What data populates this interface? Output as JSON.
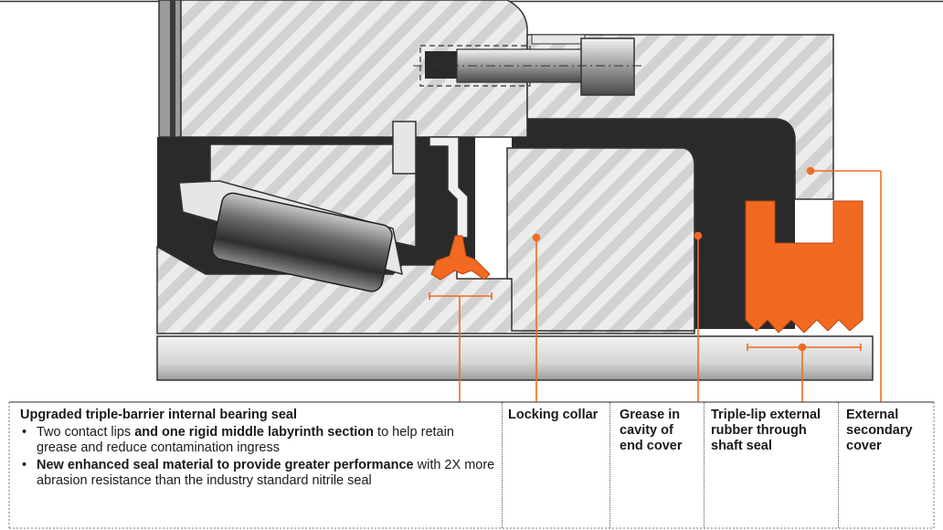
{
  "colors": {
    "seal_orange": "#f26a22",
    "dark_gray": "#2a2a2a",
    "hatch_gray": "#d9d9d9",
    "leader_orange": "#f26a22"
  },
  "callouts": {
    "internal_seal": {
      "title": "Upgraded triple-barrier internal bearing seal",
      "bullet1": {
        "lead": "Two contact lips ",
        "bold": "and one rigid middle labyrinth section",
        "tail": " to help retain grease and reduce contamination ingress"
      },
      "bullet2": {
        "bold": "New enhanced seal material to provide greater performance",
        "tail": " with 2X more abrasion resistance than the industry standard nitrile seal"
      }
    },
    "locking_collar": {
      "text": "Locking collar"
    },
    "grease": {
      "line1": "Grease in",
      "line2": "cavity of",
      "line3": "end cover"
    },
    "external_seal": {
      "line1": "Triple-lip external",
      "line2": "rubber through",
      "line3": "shaft seal"
    },
    "secondary_cover": {
      "line1": "External",
      "line2": "secondary",
      "line3": "cover"
    }
  }
}
